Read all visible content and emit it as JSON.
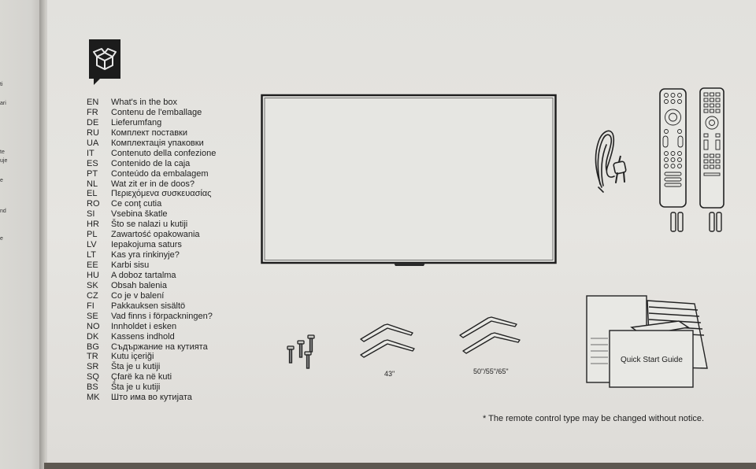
{
  "left_fragments": [
    "ti",
    "ari",
    "te",
    "uje",
    "e",
    "nd",
    "e"
  ],
  "languages": [
    {
      "code": "EN",
      "text": "What's in the box"
    },
    {
      "code": "FR",
      "text": "Contenu de l'emballage"
    },
    {
      "code": "DE",
      "text": "Lieferumfang"
    },
    {
      "code": "RU",
      "text": "Комплект поставки"
    },
    {
      "code": "UA",
      "text": "Комплектація упаковки"
    },
    {
      "code": "IT",
      "text": "Contenuto della confezione"
    },
    {
      "code": "ES",
      "text": "Contenido de la caja"
    },
    {
      "code": "PT",
      "text": "Conteúdo da embalagem"
    },
    {
      "code": "NL",
      "text": "Wat zit er in de doos?"
    },
    {
      "code": "EL",
      "text": "Περιεχόμενα συσκευασίας"
    },
    {
      "code": "RO",
      "text": "Ce conţ cutia"
    },
    {
      "code": "SI",
      "text": "Vsebina škatle"
    },
    {
      "code": "HR",
      "text": "Što se nalazi u kutiji"
    },
    {
      "code": "PL",
      "text": "Zawartość opakowania"
    },
    {
      "code": "LV",
      "text": "Iepakojuma saturs"
    },
    {
      "code": "LT",
      "text": "Kas yra rinkinyje?"
    },
    {
      "code": "EE",
      "text": "Karbi sisu"
    },
    {
      "code": "HU",
      "text": "A doboz tartalma"
    },
    {
      "code": "SK",
      "text": "Obsah balenia"
    },
    {
      "code": "CZ",
      "text": "Co je v balení"
    },
    {
      "code": "FI",
      "text": "Pakkauksen sisältö"
    },
    {
      "code": "SE",
      "text": "Vad finns i förpackningen?"
    },
    {
      "code": "NO",
      "text": "Innholdet i esken"
    },
    {
      "code": "DK",
      "text": "Kassens indhold"
    },
    {
      "code": "BG",
      "text": "Съдържание на кутията"
    },
    {
      "code": "TR",
      "text": "Kutu içeriği"
    },
    {
      "code": "SR",
      "text": "Šta je u kutiji"
    },
    {
      "code": "SQ",
      "text": "Çfarë ka në kuti"
    },
    {
      "code": "BS",
      "text": "Šta je u kutiji"
    },
    {
      "code": "MK",
      "text": "Што има во кутијата"
    }
  ],
  "items": {
    "stand_small_label": "43\"",
    "stand_large_label": "50\"/55\"/65\"",
    "guide_label": "Quick Start Guide"
  },
  "footnote": "* The remote control type may be changed without notice.",
  "icons": {
    "section": "open-box-icon",
    "tv": "tv-icon",
    "cable": "power-cable-icon",
    "remote": "remote-control-icon",
    "battery": "battery-icon",
    "screw": "screw-icon",
    "stand": "stand-leg-icon",
    "guide": "booklet-icon"
  },
  "colors": {
    "paper": "#e3e2de",
    "ink": "#222222"
  }
}
